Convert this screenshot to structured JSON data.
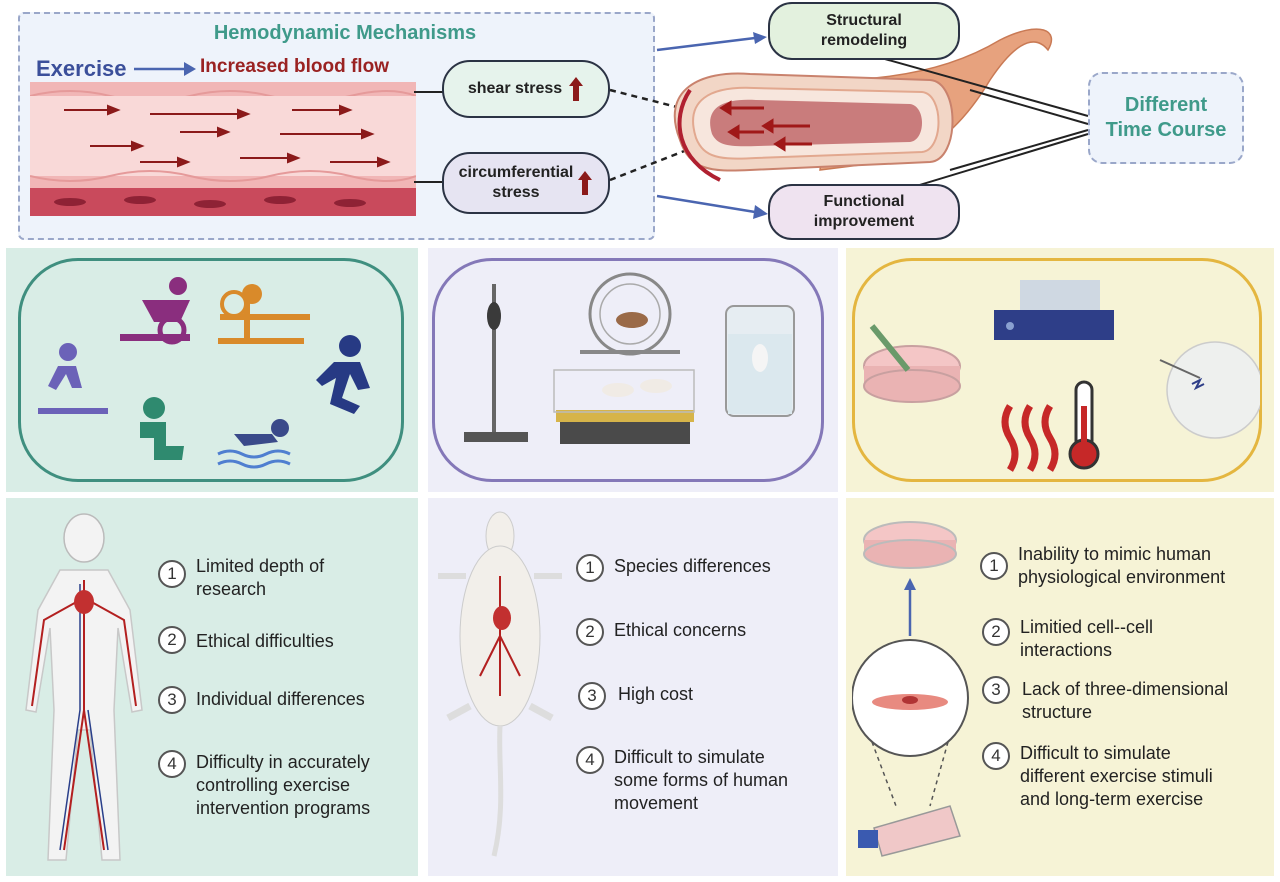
{
  "top": {
    "title": "Hemodynamic Mechanisms",
    "exercise": "Exercise",
    "flow": "Increased blood flow",
    "shear": "shear stress",
    "circ_line1": "circumferential",
    "circ_line2": "stress",
    "structural_line1": "Structural",
    "structural_line2": "remodeling",
    "functional_line1": "Functional",
    "functional_line2": "improvement",
    "time_line1": "Different",
    "time_line2": "Time Course"
  },
  "columns": {
    "human": {
      "items": [
        {
          "num": "1",
          "text": "Limited depth of\nresearch"
        },
        {
          "num": "2",
          "text": "Ethical difficulties"
        },
        {
          "num": "3",
          "text": "Individual differences"
        },
        {
          "num": "4",
          "text": "Difficulty in accurately\ncontrolling exercise\nintervention programs"
        }
      ]
    },
    "animal": {
      "items": [
        {
          "num": "1",
          "text": "Species differences"
        },
        {
          "num": "2",
          "text": "Ethical concerns"
        },
        {
          "num": "3",
          "text": "High cost"
        },
        {
          "num": "4",
          "text": "Difficult to simulate\nsome forms of human\nmovement"
        }
      ]
    },
    "cell": {
      "items": [
        {
          "num": "1",
          "text": "Inability to mimic human\nphysiological environment"
        },
        {
          "num": "2",
          "text": "Limitied cell--cell\ninteractions"
        },
        {
          "num": "3",
          "text": "Lack of three-dimensional\nstructure"
        },
        {
          "num": "4",
          "text": "Difficult to simulate\ndifferent exercise stimuli\nand long-term exercise"
        }
      ]
    }
  },
  "colors": {
    "teal": "#3f8f7f",
    "navy": "#2b3f86",
    "dark_red": "#8b1a1a",
    "green_bg": "#d9ede6",
    "lavender_bg": "#eeeef8",
    "yellow_bg": "#f6f3d6",
    "gold": "#e4b640",
    "purple": "#8478b8"
  }
}
